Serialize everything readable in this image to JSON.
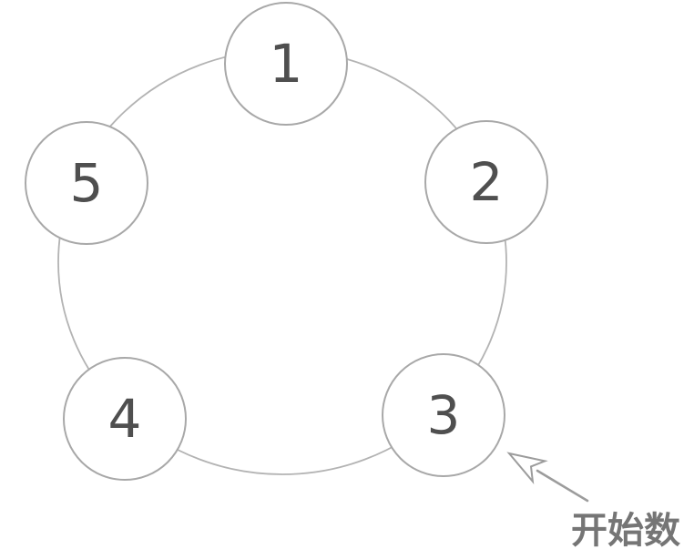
{
  "diagram": {
    "type": "circular-counting-diagram",
    "nodes": [
      {
        "label": "1"
      },
      {
        "label": "2"
      },
      {
        "label": "3"
      },
      {
        "label": "4"
      },
      {
        "label": "5"
      }
    ],
    "annotation": {
      "label": "开始数",
      "points_to_node": "3"
    },
    "colors": {
      "background": "#ffffff",
      "ring_stroke": "#b3b3b3",
      "node_stroke": "#a8a8a8",
      "node_fill": "#ffffff",
      "number_color": "#4f4f4f",
      "arrow_color": "#9c9c9c",
      "arrowhead_fill": "#ffffff",
      "annotation_color": "#757575"
    }
  }
}
